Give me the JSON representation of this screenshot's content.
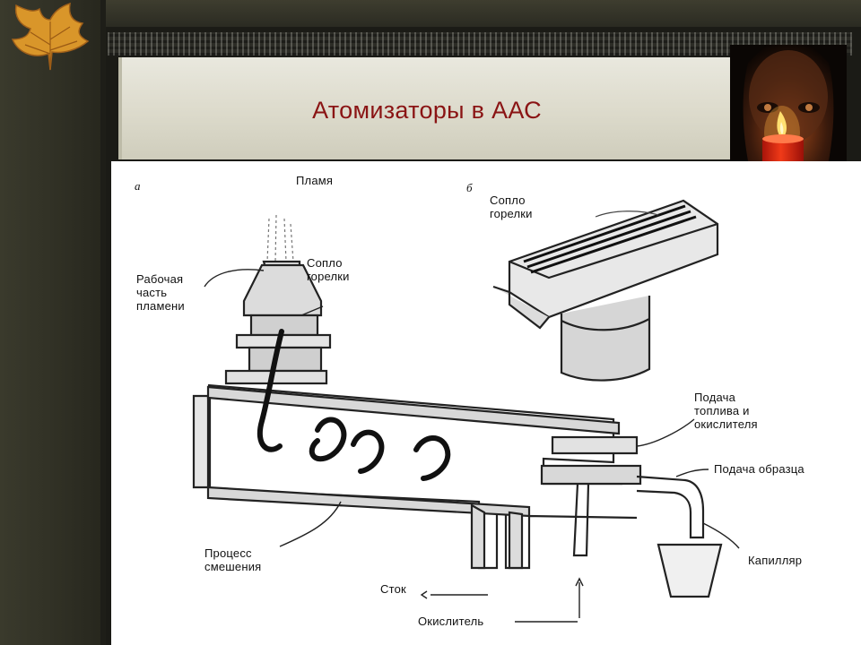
{
  "slide": {
    "title": "Атомизаторы в ААС"
  },
  "diagram": {
    "panel_a_letter": "а",
    "panel_b_letter": "б",
    "labels": {
      "flame": "Пламя",
      "working_zone": "Рабочая\nчасть\nпламени",
      "burner_nozzle_a": "Сопло\nгорелки",
      "burner_nozzle_b": "Сопло\nгорелки",
      "fuel_oxidizer_supply": "Подача\nтоплива и\nокислителя",
      "sample_supply": "Подача образца",
      "mixing_process": "Процесс\nсмешения",
      "capillary": "Капилляр",
      "drain": "Сток",
      "oxidizer": "Окислитель"
    }
  },
  "colors": {
    "title": "#8a1414",
    "background": "#2a2a20",
    "title_band": "#dcdacb",
    "candle_flame": "#ffd24a",
    "candle_body": "#e02a14"
  }
}
